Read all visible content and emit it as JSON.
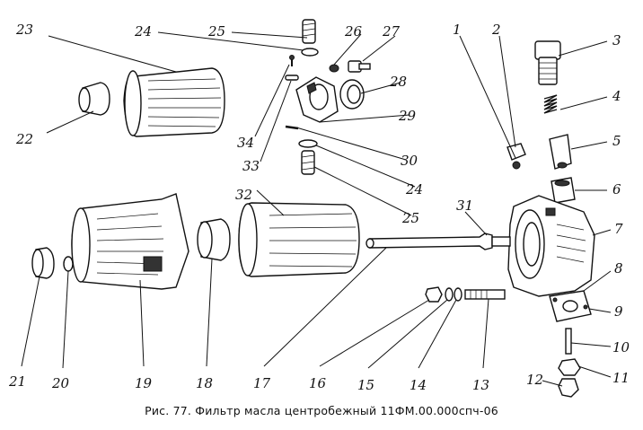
{
  "figure": {
    "caption": "Рис. 77. Фильтр масла центробежный 11ФМ.00.000спч-06",
    "callouts": [
      "1",
      "2",
      "3",
      "4",
      "5",
      "6",
      "7",
      "8",
      "9",
      "10",
      "11",
      "12",
      "13",
      "14",
      "15",
      "16",
      "17",
      "18",
      "19",
      "20",
      "21",
      "22",
      "23",
      "24",
      "24",
      "25",
      "25",
      "26",
      "27",
      "28",
      "29",
      "30",
      "31",
      "32",
      "33",
      "34"
    ]
  }
}
